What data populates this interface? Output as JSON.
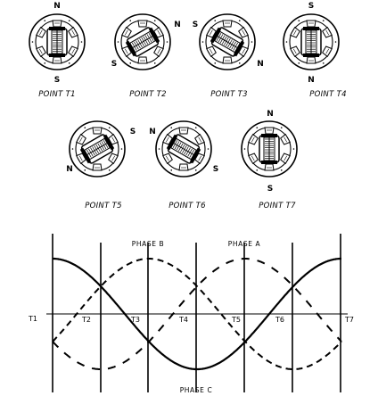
{
  "motors": [
    {
      "caption": "POINT T1",
      "rotor_angle": 0,
      "poles": [
        "N",
        "S"
      ]
    },
    {
      "caption": "POINT T2",
      "rotor_angle": 60,
      "poles": [
        "N",
        "S"
      ]
    },
    {
      "caption": "POINT T3",
      "rotor_angle": -60,
      "poles": [
        "S",
        "N"
      ]
    },
    {
      "caption": "POINT T4",
      "rotor_angle": 0,
      "poles": [
        "S",
        "N"
      ]
    },
    {
      "caption": "POINT T5",
      "rotor_angle": 60,
      "poles": [
        "S",
        "N"
      ]
    },
    {
      "caption": "POINT T6",
      "rotor_angle": -60,
      "poles": [
        "N",
        "S"
      ]
    },
    {
      "caption": "POINT T7",
      "rotor_angle": 0,
      "poles": [
        "N",
        "S"
      ]
    }
  ],
  "waveform": {
    "phase_labels": {
      "a": "PHASE A",
      "b": "PHASE B",
      "c": "PHASE C"
    },
    "time_points": [
      "T1",
      "T2",
      "T3",
      "T4",
      "T5",
      "T6",
      "T7"
    ],
    "line_styles": {
      "phase_a": "dashed-short",
      "phase_b": "dashed",
      "phase_c": "solid"
    }
  },
  "colors": {
    "ink": "#000000",
    "background": "#ffffff"
  }
}
